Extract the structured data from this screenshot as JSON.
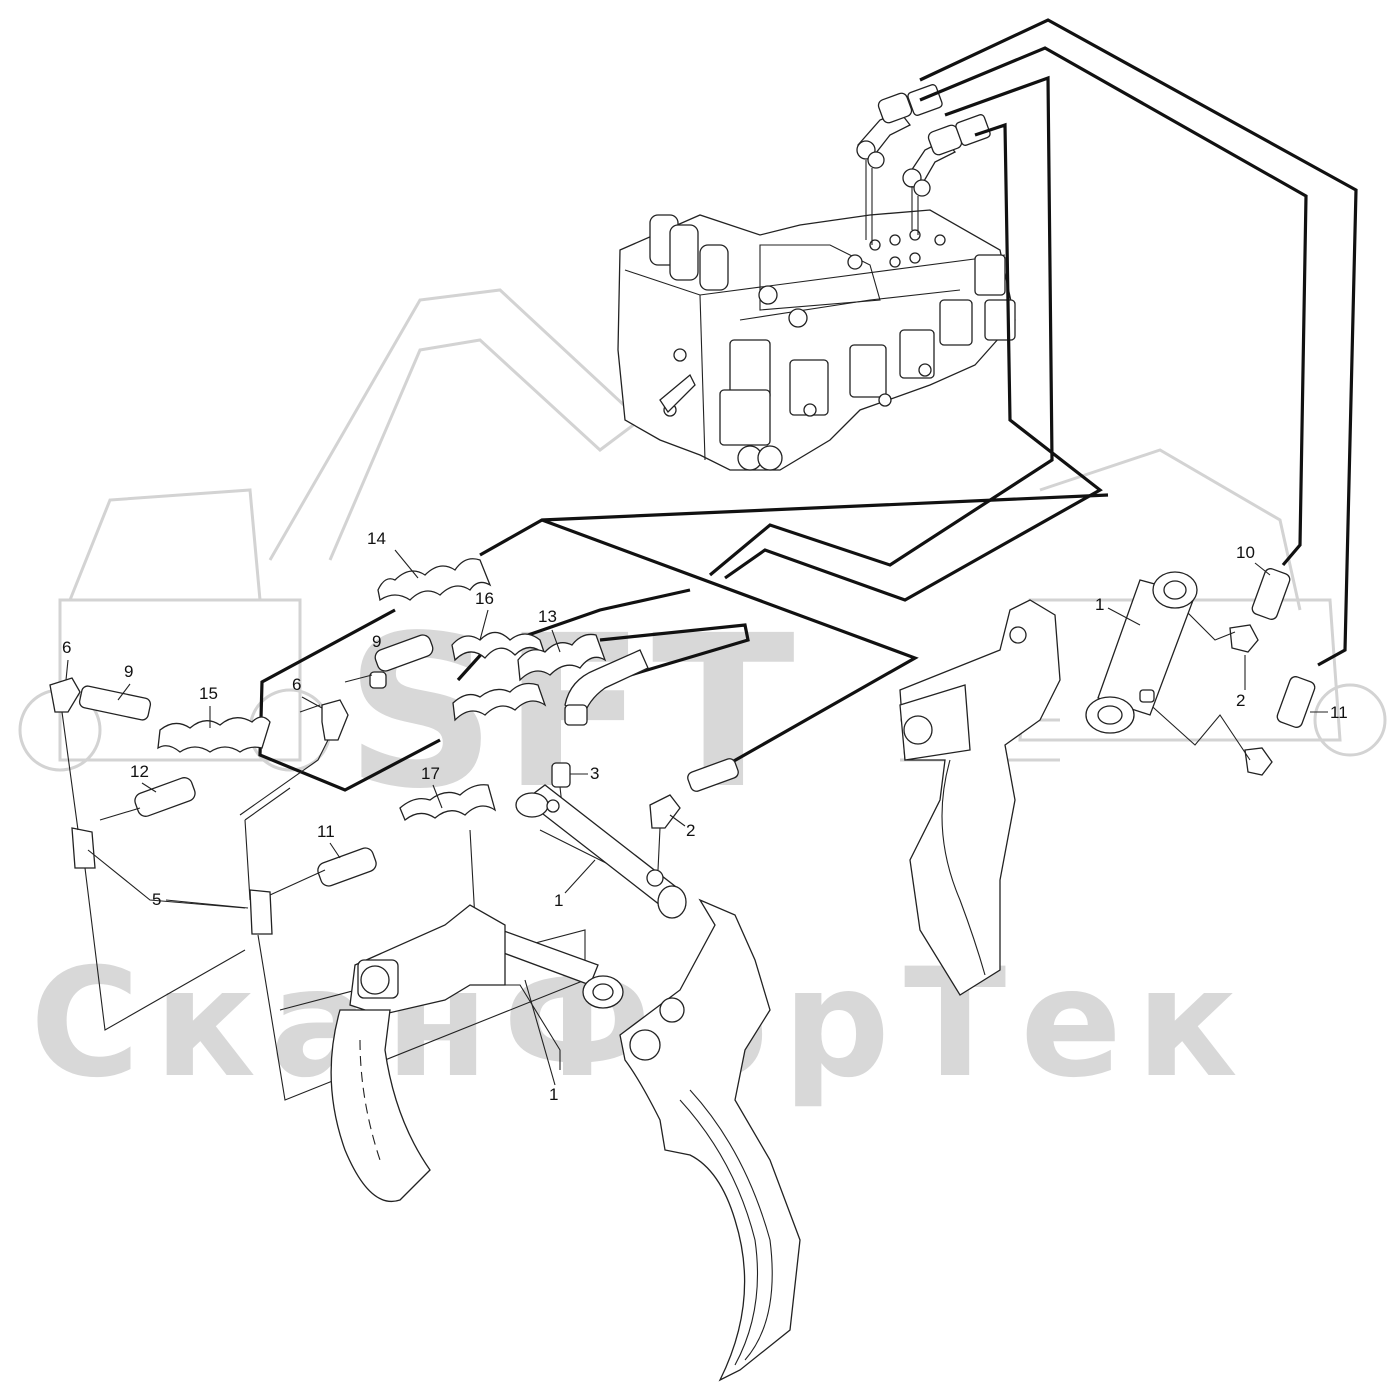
{
  "watermark": {
    "logo_text": "SFT",
    "brand_text": "СканФорТек",
    "color": "#d6d6d6"
  },
  "callouts": [
    {
      "id": "c14",
      "label": "14"
    },
    {
      "id": "c16",
      "label": "16"
    },
    {
      "id": "c13",
      "label": "13"
    },
    {
      "id": "c9a",
      "label": "9"
    },
    {
      "id": "c6a",
      "label": "6"
    },
    {
      "id": "c9b",
      "label": "9"
    },
    {
      "id": "c15",
      "label": "15"
    },
    {
      "id": "c6b",
      "label": "6"
    },
    {
      "id": "c12",
      "label": "12"
    },
    {
      "id": "c3",
      "label": "3"
    },
    {
      "id": "c2a",
      "label": "2"
    },
    {
      "id": "c11a",
      "label": "11"
    },
    {
      "id": "c17",
      "label": "17"
    },
    {
      "id": "c5",
      "label": "5"
    },
    {
      "id": "c1a",
      "label": "1"
    },
    {
      "id": "c1b",
      "label": "1"
    },
    {
      "id": "c1c",
      "label": "1"
    },
    {
      "id": "c10",
      "label": "10"
    },
    {
      "id": "c2b",
      "label": "2"
    },
    {
      "id": "c11b",
      "label": "11"
    }
  ]
}
